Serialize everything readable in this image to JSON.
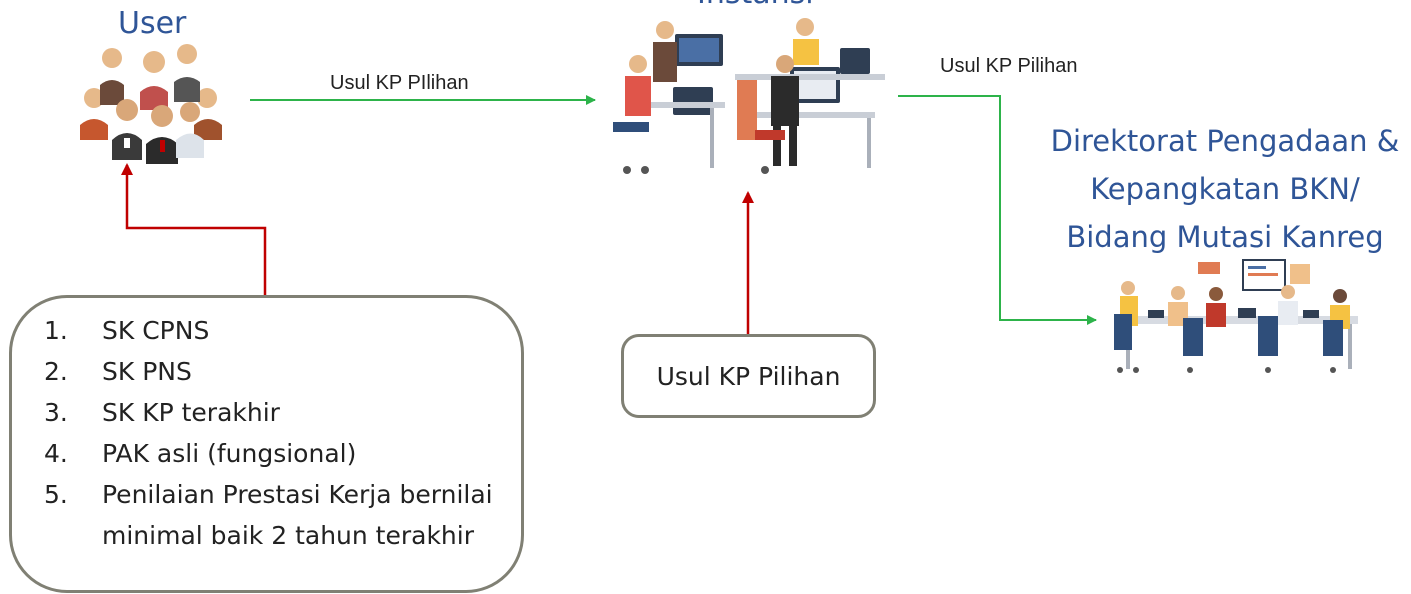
{
  "nodes": {
    "user": {
      "title": "User"
    },
    "instansi": {
      "title": "Instansi"
    },
    "direktorat": {
      "title_lines": [
        "Direktorat Pengadaan &",
        "Kepangkatan BKN/",
        "Bidang Mutasi Kanreg"
      ]
    }
  },
  "edges": {
    "user_to_instansi": "Usul KP PIlihan",
    "instansi_to_direktorat": "Usul KP Pilihan"
  },
  "requirements": [
    {
      "num": "1.",
      "text": "SK CPNS"
    },
    {
      "num": "2.",
      "text": "SK PNS"
    },
    {
      "num": "3.",
      "text": "SK KP terakhir"
    },
    {
      "num": "4.",
      "text": "PAK asli (fungsional)"
    },
    {
      "num": "5.",
      "text": "Penilaian Prestasi Kerja bernilai minimal baik 2 tahun terakhir"
    }
  ],
  "instansi_input": "Usul KP Pilihan",
  "colors": {
    "green_arrow": "#2db34a",
    "red_arrow": "#c00000",
    "title": "#2f5597",
    "box_border": "#808074"
  }
}
